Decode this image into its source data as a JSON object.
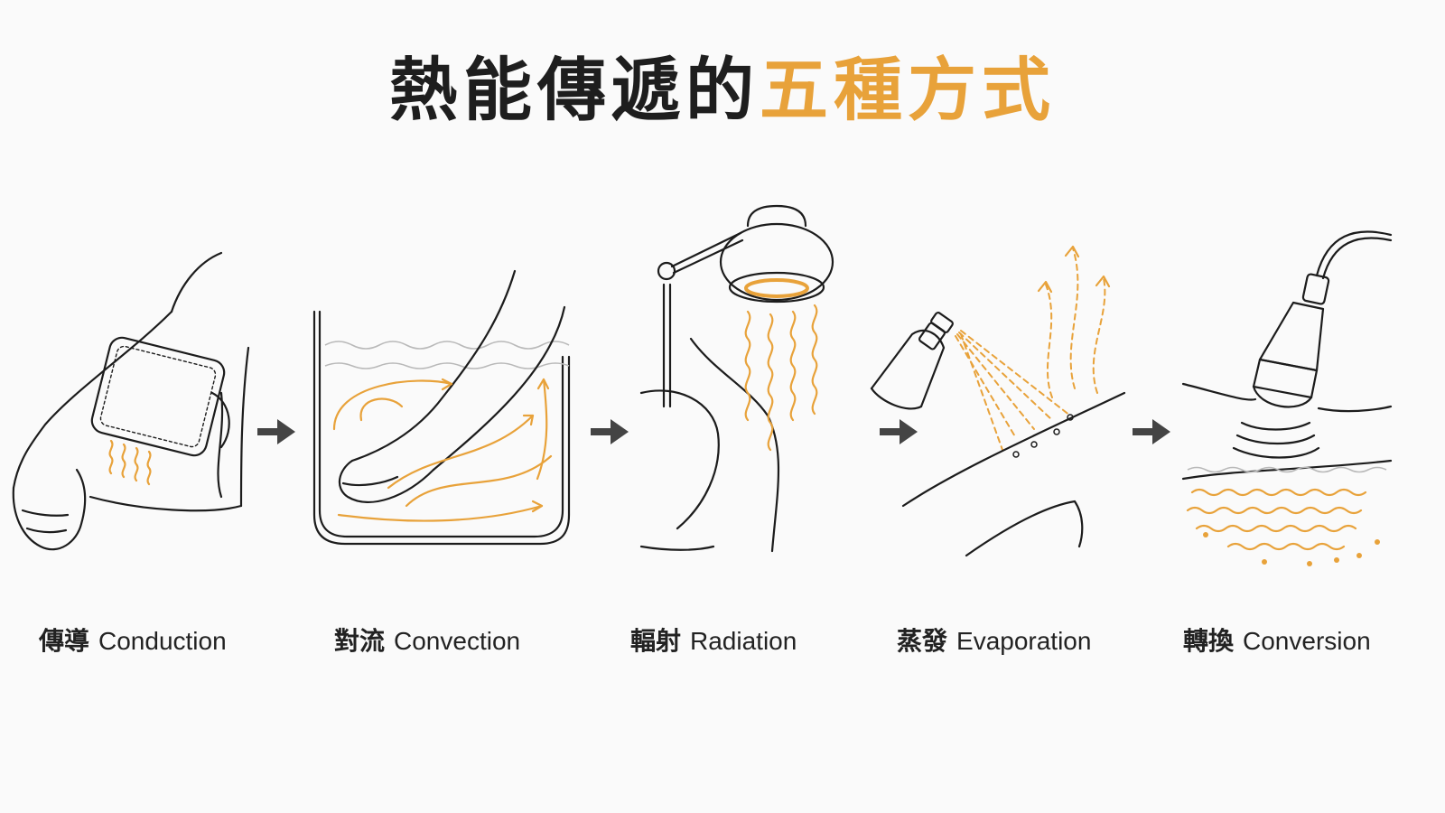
{
  "title": {
    "dark": "熱能傳遞的",
    "accent": "五種方式"
  },
  "colors": {
    "accent": "#e8a23a",
    "ink": "#1c1c1c",
    "background": "#fafafa"
  },
  "steps": [
    {
      "zh": "傳導",
      "en": "Conduction",
      "icon": "heat-pack-on-arm"
    },
    {
      "zh": "對流",
      "en": "Convection",
      "icon": "hand-in-water-bath"
    },
    {
      "zh": "輻射",
      "en": "Radiation",
      "icon": "heat-lamp-on-shoulder"
    },
    {
      "zh": "蒸發",
      "en": "Evaporation",
      "icon": "cooling-spray-on-skin"
    },
    {
      "zh": "轉換",
      "en": "Conversion",
      "icon": "ultrasound-probe-on-tissue"
    }
  ]
}
